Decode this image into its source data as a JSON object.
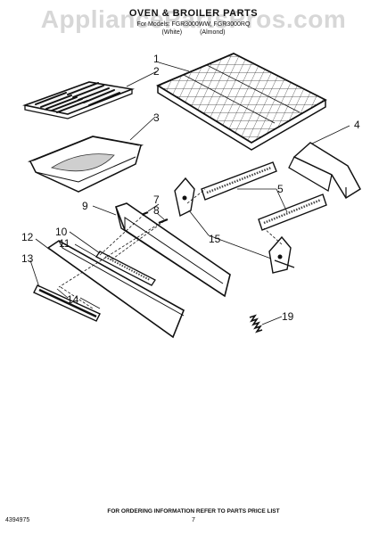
{
  "header": {
    "title": "OVEN & BROILER PARTS",
    "models_line": "For Models: FGR3000WW, FGR3000RQ",
    "color_white": "(White)",
    "color_almond": "(Almond)"
  },
  "watermark": "AppliancePartsPros.com",
  "callouts": {
    "c1": "1",
    "c2": "2",
    "c3": "3",
    "c4": "4",
    "c5": "5",
    "c7": "7",
    "c8": "8",
    "c9": "9",
    "c10": "10",
    "c11": "11",
    "c12": "12",
    "c13": "13",
    "c14": "14",
    "c15": "15",
    "c19": "19"
  },
  "footer": {
    "ordering_note": "FOR ORDERING INFORMATION REFER TO PARTS PRICE LIST",
    "page_number": "7",
    "doc_number": "4394975"
  }
}
